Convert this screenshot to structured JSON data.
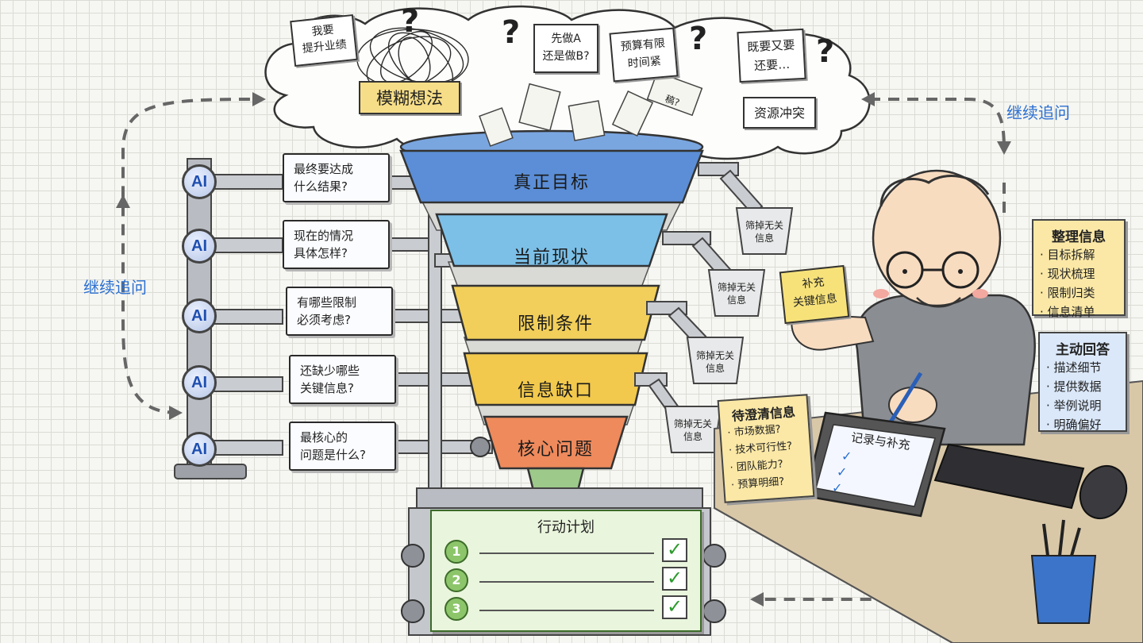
{
  "cloud": {
    "title": "模糊想法",
    "notes": [
      "我要\n提升业绩",
      "先做A\n还是做B?",
      "预算有限\n时间紧",
      "既要又要\n还要…",
      "资源冲突"
    ],
    "scrap_text": "稿?"
  },
  "funnel": {
    "layers": [
      "真正目标",
      "当前现状",
      "限制条件",
      "信息缺口",
      "核心问题"
    ],
    "layer_colors": [
      "#5b8ed6",
      "#7cc0e8",
      "#f2cf5a",
      "#f2c94c",
      "#ee8a5c"
    ],
    "bucket_label": "筛掉无关\n信息"
  },
  "ai_questions": [
    {
      "badge": "AI",
      "question": "最终要达成\n什么结果?"
    },
    {
      "badge": "AI",
      "question": "现在的情况\n具体怎样?"
    },
    {
      "badge": "AI",
      "question": "有哪些限制\n必须考虑?"
    },
    {
      "badge": "AI",
      "question": "还缺少哪些\n关键信息?"
    },
    {
      "badge": "AI",
      "question": "最核心的\n问题是什么?"
    }
  ],
  "loop_labels": {
    "left": "继续追问",
    "right": "继续追问"
  },
  "action_plan": {
    "title": "行动计划",
    "items": [
      "1",
      "2",
      "3"
    ],
    "check": "✓"
  },
  "person": {
    "sticky": "补充\n关键信息"
  },
  "organize_panel": {
    "title": "整理信息",
    "items": [
      "· 目标拆解",
      "· 现状梳理",
      "· 限制归类",
      "· 信息清单"
    ]
  },
  "answer_panel": {
    "title": "主动回答",
    "items": [
      "· 描述细节",
      "· 提供数据",
      "· 举例说明",
      "· 明确偏好"
    ]
  },
  "pending_panel": {
    "title": "待澄清信息",
    "items": [
      "· 市场数据?",
      "· 技术可行性?",
      "· 团队能力?",
      "· 预算明细?"
    ]
  },
  "tablet": {
    "title": "记录与补充",
    "checks": [
      "✓",
      "✓",
      "✓"
    ]
  },
  "colors": {
    "accent_blue": "#2a6fd1",
    "plan_green": "#e9f5dc",
    "organize_bg": "#fbe8a6",
    "answer_bg": "#dbe8fa",
    "pending_bg": "#fbe8a6"
  }
}
